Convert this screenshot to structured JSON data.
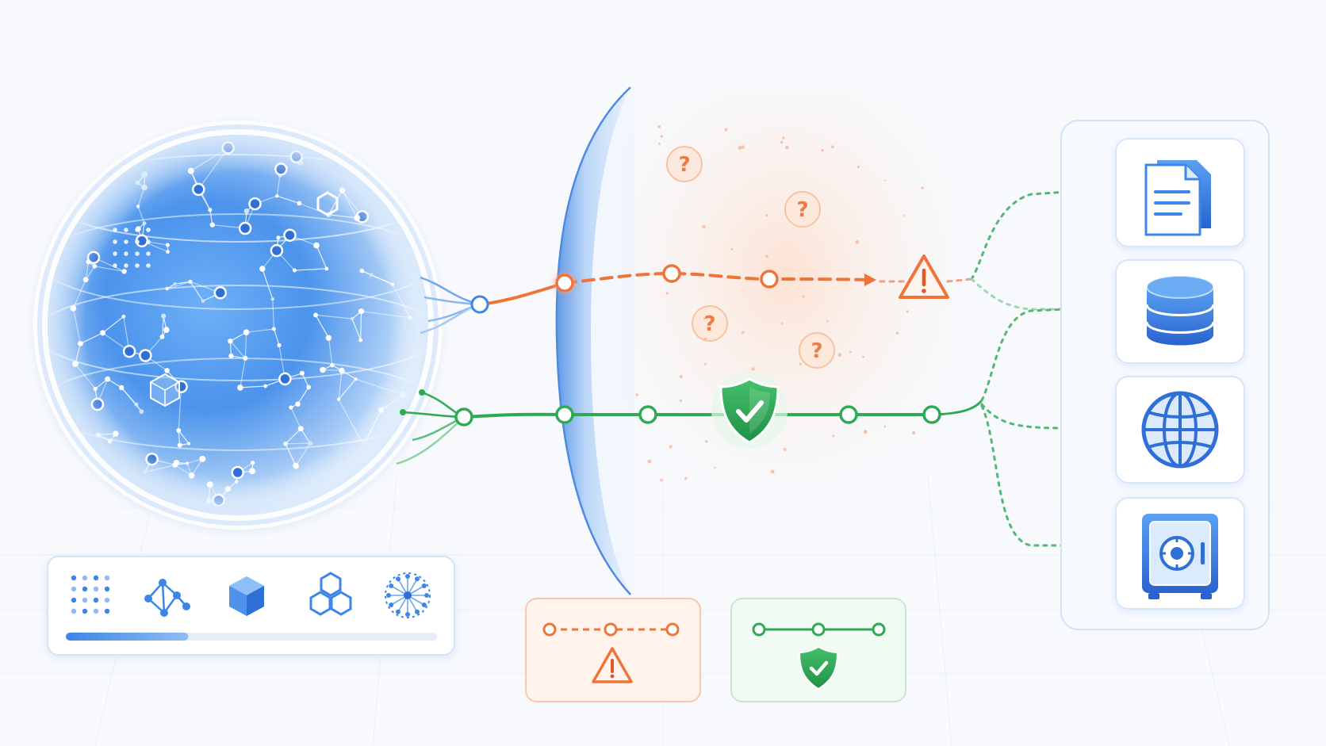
{
  "colors": {
    "background": "#f7f9fc",
    "blue": "#3d86e8",
    "blue_dark": "#2f6fd6",
    "orange": "#f0743a",
    "green": "#2eaa55",
    "panel_border": "#cfdff5"
  },
  "diagram": {
    "left_sphere": {
      "icon": "knowledge-sphere-icon"
    },
    "left_toolbar": {
      "icons": [
        "dot-grid-icon",
        "network-graph-icon",
        "cube-icon",
        "hexagon-cluster-icon",
        "radial-network-icon"
      ],
      "progress": 0.33
    },
    "shield_barrier": {
      "icon": "curved-barrier-icon"
    },
    "unsafe_path": {
      "color": "orange",
      "warning_icon": "warning-triangle-icon",
      "question_marks": [
        "?",
        "?",
        "?",
        "?"
      ]
    },
    "safe_path": {
      "color": "green",
      "shield_icon": "shield-check-icon"
    },
    "legend": [
      {
        "kind": "unsafe",
        "icon": "warning-triangle-icon"
      },
      {
        "kind": "safe",
        "icon": "shield-check-icon"
      }
    ],
    "destinations": [
      {
        "icon": "documents-icon"
      },
      {
        "icon": "database-icon"
      },
      {
        "icon": "globe-icon"
      },
      {
        "icon": "safe-vault-icon"
      }
    ]
  }
}
